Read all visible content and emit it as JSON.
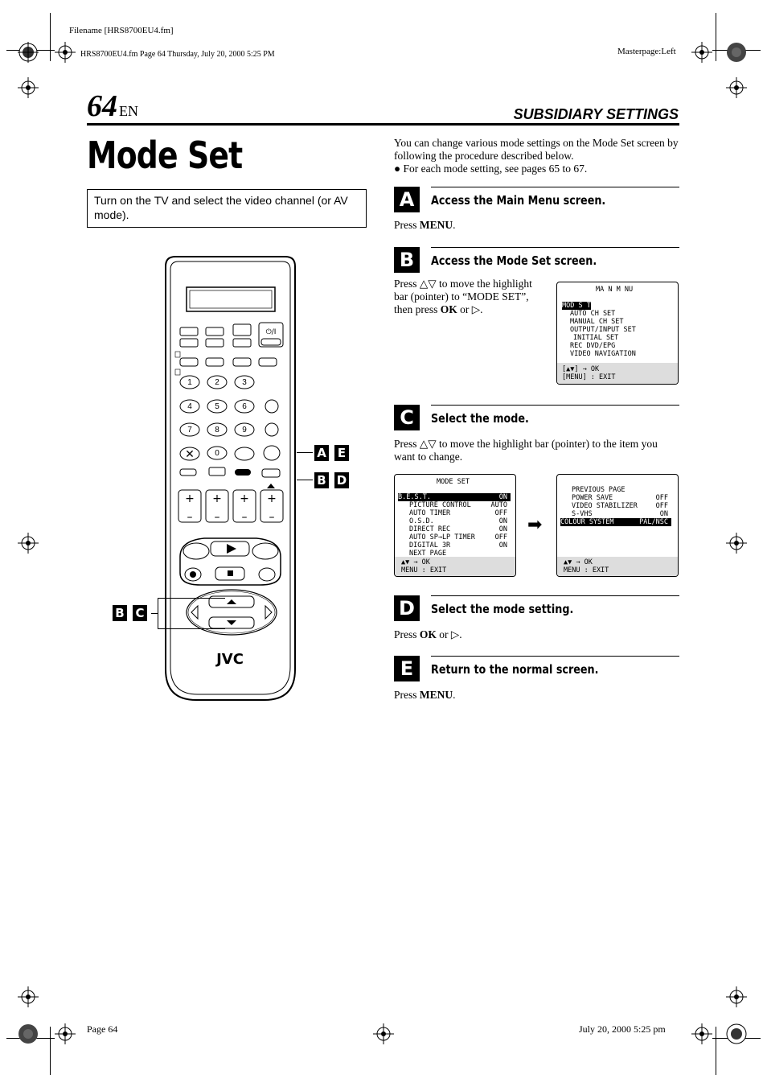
{
  "header": {
    "filename": "Filename [HRS8700EU4.fm]",
    "fileinfo": "HRS8700EU4.fm  Page 64  Thursday, July 20, 2000  5:25 PM",
    "masterpage": "Masterpage:Left"
  },
  "page": {
    "number": "64",
    "lang": "EN",
    "section": "SUBSIDIARY SETTINGS",
    "title": "Mode Set",
    "note": "Turn on the TV and select the video channel (or AV mode).",
    "intro": "You can change various mode settings on the Mode Set screen by following the procedure described below.",
    "intro_bullet": "● For each mode setting, see pages 65 to 67."
  },
  "steps": [
    {
      "num": "A",
      "head": "Access the Main Menu screen.",
      "text_pre": "Press ",
      "key": "MENU",
      "text_post": "."
    },
    {
      "num": "B",
      "head": "Access the Mode Set screen.",
      "text": "Press △▽ to move the highlight bar (pointer) to “MODE SET”, then press ",
      "key": "OK",
      "text_post": " or ▷."
    },
    {
      "num": "C",
      "head": "Select the mode.",
      "text": "Press △▽ to move the highlight bar (pointer) to the item you want to change."
    },
    {
      "num": "D",
      "head": "Select the mode setting.",
      "text_pre": "Press ",
      "key": "OK",
      "text_post": " or ▷."
    },
    {
      "num": "E",
      "head": "Return to the normal screen.",
      "text_pre": "Press ",
      "key": "MENU",
      "text_post": "."
    }
  ],
  "main_menu": {
    "title": "MA N M NU",
    "items": [
      "MOD  S T",
      "AUTO CH SET",
      "MANUAL CH SET",
      "OUTPUT/INPUT SET",
      "INITIAL SET",
      "REC DVD/EPG",
      "VIDEO NAVIGATION"
    ],
    "foot1": "[▲▼] → OK",
    "foot2": "[MENU] : EXIT"
  },
  "mode_set_1": {
    "title": "MODE SET",
    "rows": [
      {
        "label": "B.E.S.T.",
        "value": "ON"
      },
      {
        "label": "PICTURE CONTROL",
        "value": "AUTO"
      },
      {
        "label": "AUTO TIMER",
        "value": "OFF"
      },
      {
        "label": "O.S.D.",
        "value": "ON"
      },
      {
        "label": "DIRECT REC",
        "value": "ON"
      },
      {
        "label": "AUTO SP→LP TIMER",
        "value": "OFF"
      },
      {
        "label": "DIGITAL 3R",
        "value": "ON"
      },
      {
        "label": "NEXT PAGE",
        "value": ""
      }
    ],
    "foot1": "▲▼ → OK",
    "foot2": "MENU : EXIT"
  },
  "mode_set_2": {
    "rows": [
      {
        "label": "PREVIOUS PAGE",
        "value": ""
      },
      {
        "label": "POWER SAVE",
        "value": "OFF"
      },
      {
        "label": "VIDEO STABILIZER",
        "value": "OFF"
      },
      {
        "label": "S-VHS",
        "value": "ON"
      },
      {
        "label": "COLOUR SYSTEM",
        "value": "PAL/NSC"
      }
    ],
    "foot1": "▲▼ → OK",
    "foot2": "MENU : EXIT"
  },
  "remote": {
    "brand": "JVC",
    "digits": [
      "1",
      "2",
      "3",
      "4",
      "5",
      "6",
      "7",
      "8",
      "9",
      "0"
    ],
    "callouts": [
      [
        "A",
        "E"
      ],
      [
        "B",
        "D"
      ],
      [
        "B",
        "C"
      ]
    ]
  },
  "footer": {
    "left": "Page 64",
    "right": "July 20, 2000 5:25 pm"
  }
}
